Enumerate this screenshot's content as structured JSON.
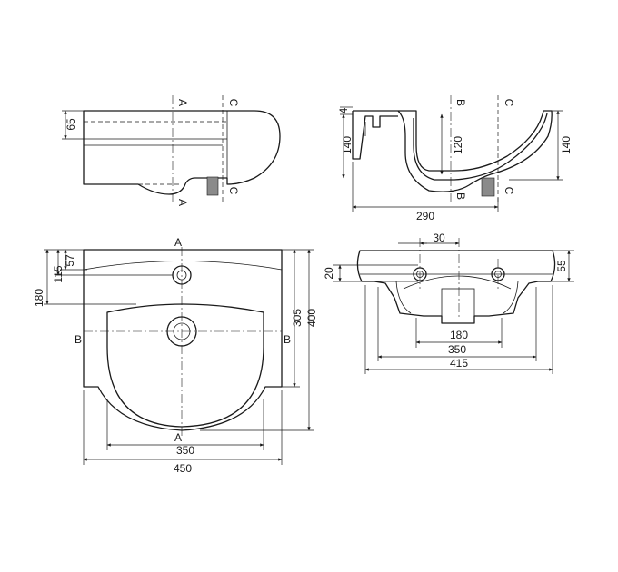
{
  "side_view": {
    "dim_height": "65",
    "section_a_top": "A",
    "section_a_bottom": "A",
    "section_c_top": "C",
    "section_c_bottom": "C"
  },
  "section_view": {
    "dim_rim": "4",
    "dim_left_height": "140",
    "dim_bowl_depth": "120",
    "dim_right_height": "140",
    "dim_depth": "290",
    "section_b_top": "B",
    "section_b_bottom": "B",
    "section_c_top": "C",
    "section_c_bottom": "C"
  },
  "top_view": {
    "dim_57": "57",
    "dim_115": "115",
    "dim_180": "180",
    "dim_305": "305",
    "dim_400": "400",
    "dim_bowl_width": "350",
    "dim_total_width": "450",
    "section_a_top": "A",
    "section_a_bottom": "A",
    "section_b_left": "B",
    "section_b_right": "B"
  },
  "front_view": {
    "dim_hole_spacing": "30",
    "dim_20": "20",
    "dim_55": "55",
    "dim_outlet_width": "180",
    "dim_inner_width": "350",
    "dim_outer_width": "415"
  }
}
